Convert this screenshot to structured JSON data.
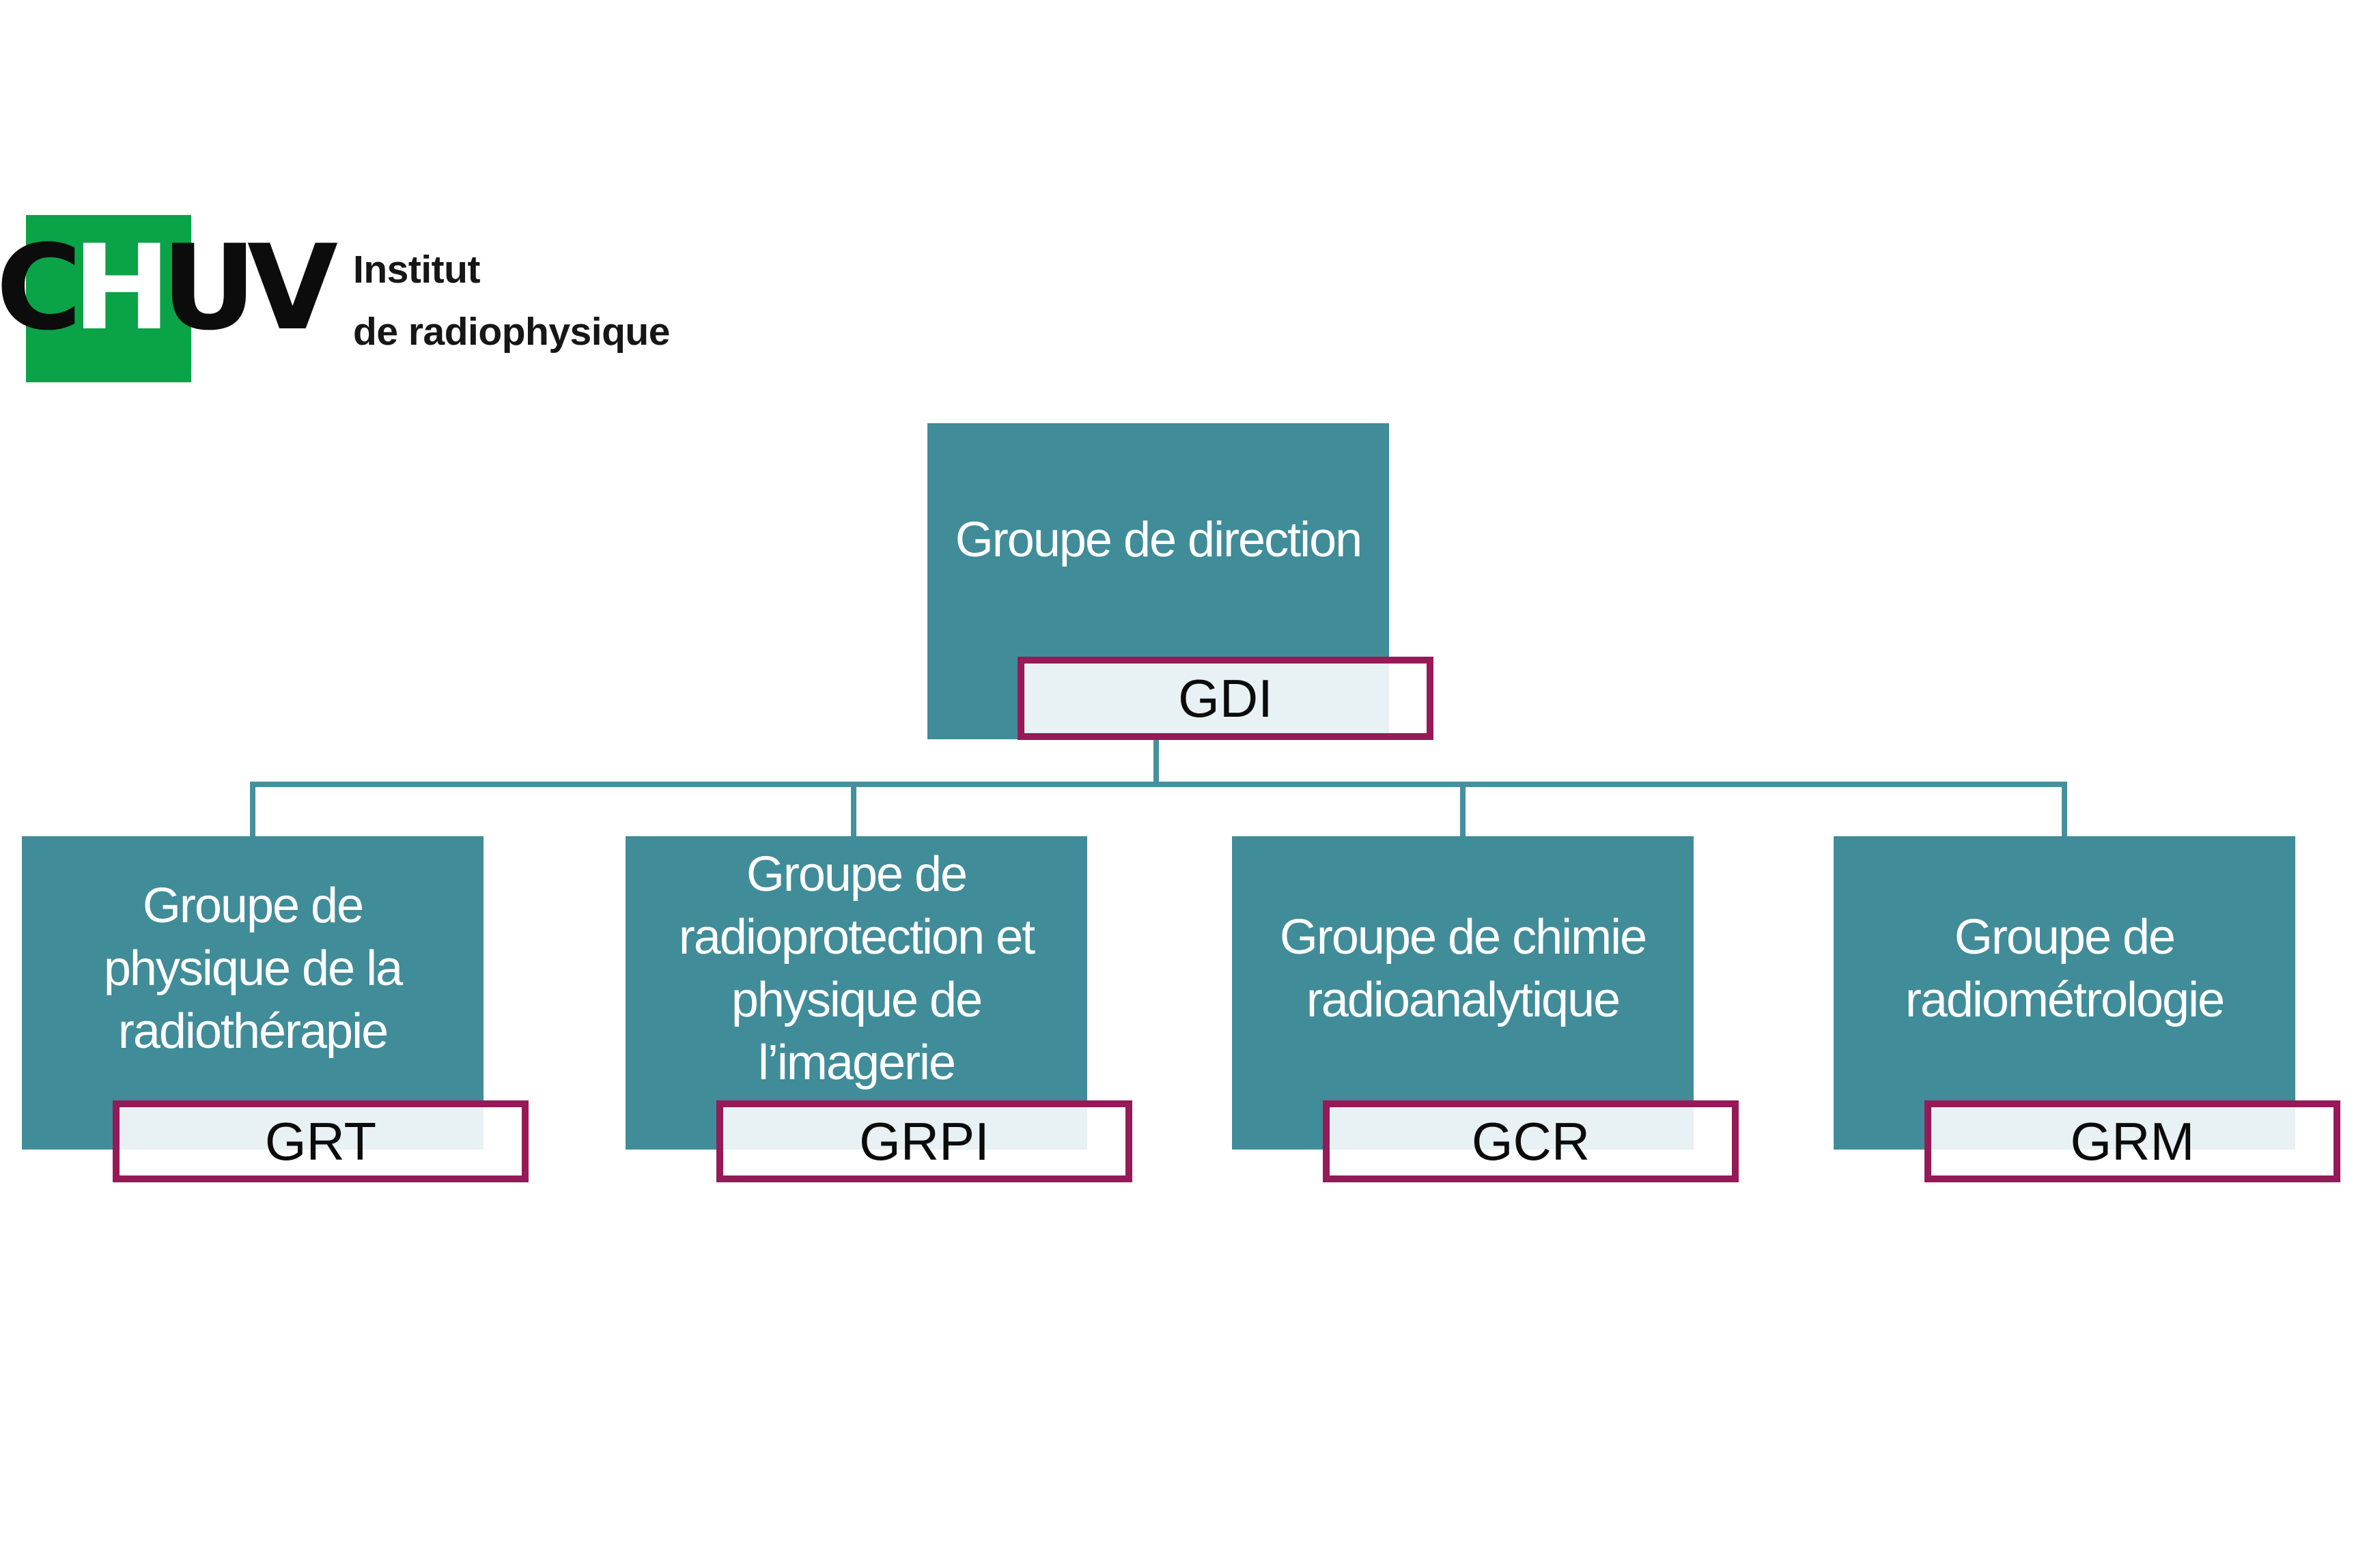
{
  "page": {
    "background": "#FFFFFF"
  },
  "logo": {
    "letters": [
      {
        "char": "C",
        "color": "#0C0C0C"
      },
      {
        "char": "H",
        "color": "#FFFFFF"
      },
      {
        "char": "U",
        "color": "#0C0C0C"
      },
      {
        "char": "V",
        "color": "#0C0C0C"
      }
    ],
    "square_color": "#0AA347",
    "institute_line1": "Institut",
    "institute_line2": "de radiophysique"
  },
  "org_chart": {
    "root": {
      "title": "Groupe de direction",
      "label": "GDI"
    },
    "children": [
      {
        "title": "Groupe de\nphysique de la\nradiothérapie",
        "label": "GRT"
      },
      {
        "title": "Groupe de\nradioprotection et\nphysique de\nl’imagerie",
        "label": "GRPI"
      },
      {
        "title": "Groupe de chimie\nradioanalytique",
        "label": "GCR"
      },
      {
        "title": "Groupe de\nradiométrologie",
        "label": "GRM"
      }
    ]
  },
  "colors": {
    "box_fill": "#408C99",
    "connector_line": "#46909E",
    "label_border": "#951A57",
    "label_fill_over_box": "#EAF1F4",
    "title_text": "#FFFFFF",
    "label_text": "#0B0B0B",
    "logo_green": "#0AA347",
    "logo_text": "#0C0C0C"
  }
}
